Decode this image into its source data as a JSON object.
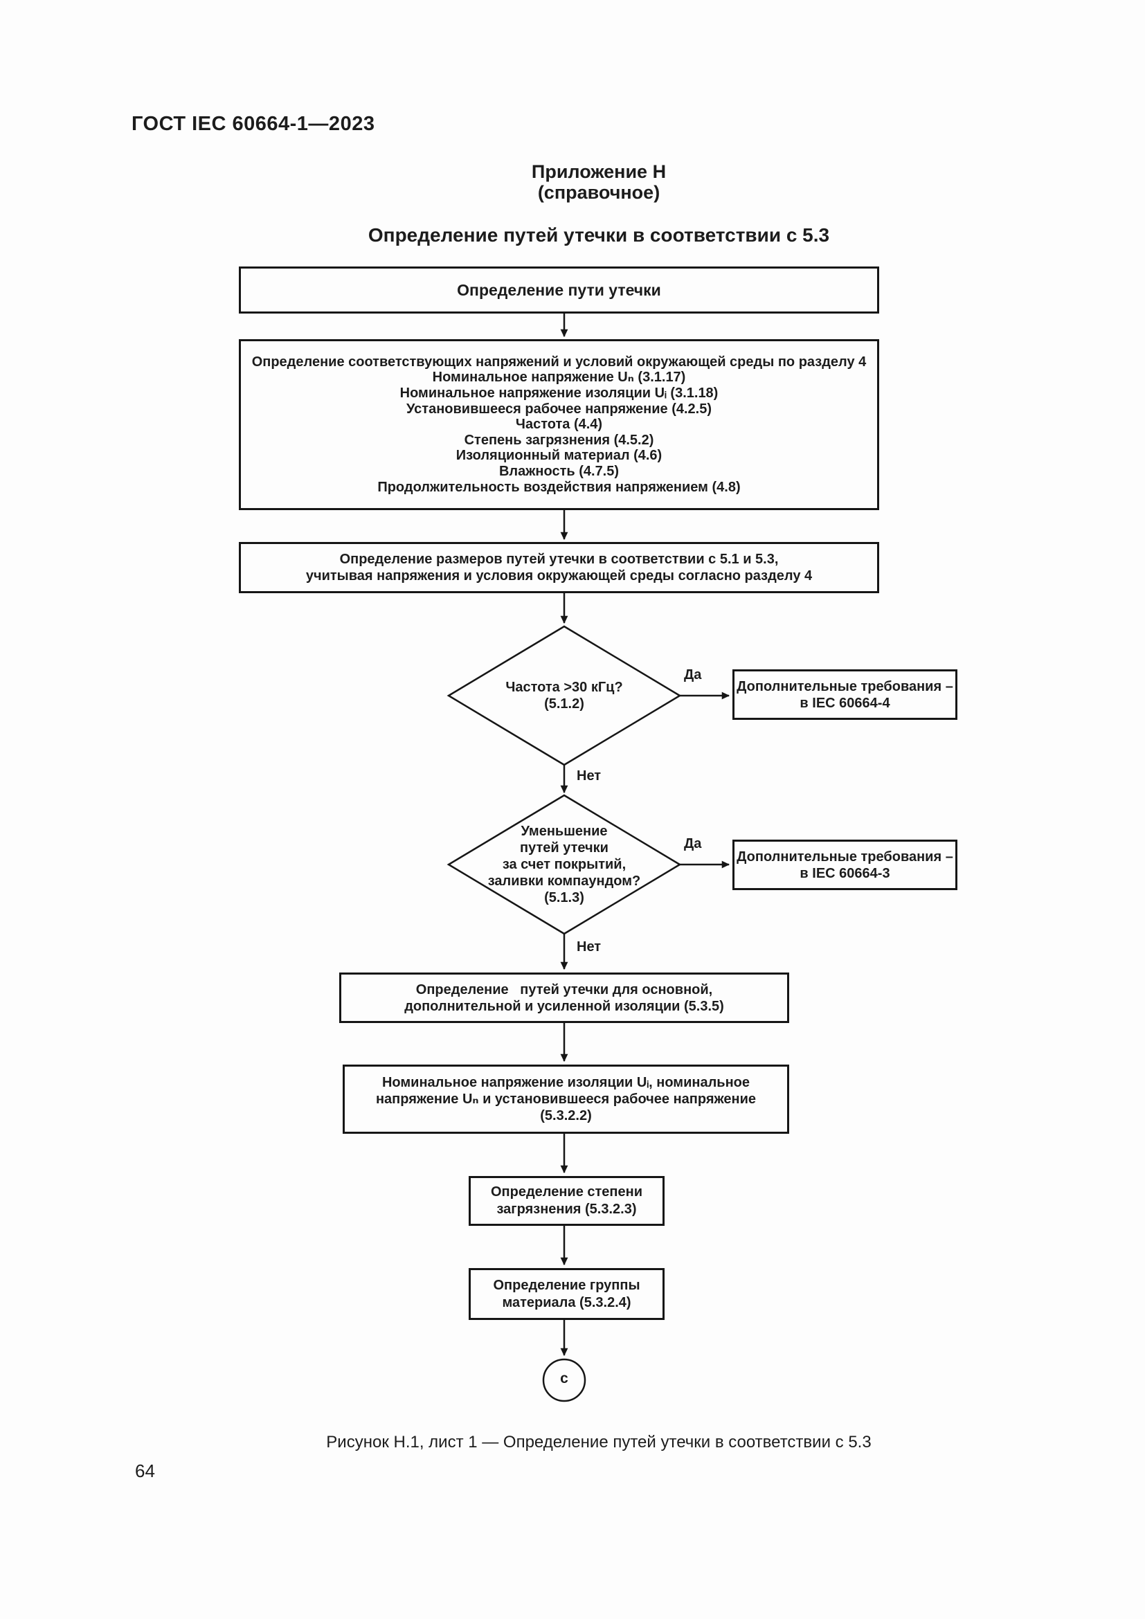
{
  "page": {
    "header": "ГОСТ IEC 60664-1—2023",
    "page_number": "64",
    "caption": "Рисунок Н.1, лист 1 — Определение путей утечки в соответствии с 5.3",
    "ink_color": "#1c1c1c"
  },
  "appendix": {
    "name": "Приложение Н",
    "kind": "(справочное)",
    "title": "Определение путей утечки в соответствии с 5.3"
  },
  "flowchart": {
    "start_box": {
      "label": "Определение пути утечки"
    },
    "env_box": {
      "lines": [
        "Определение соответствующих напряжений и условий окружающей среды по разделу 4",
        "Номинальное напряжение Uₙ (3.1.17)",
        "Номинальное напряжение изоляции Uᵢ (3.1.18)",
        "Установившееся рабочее напряжение (4.2.5)",
        "Частота (4.4)",
        "Степень загрязнения (4.5.2)",
        "Изоляционный материал (4.6)",
        "Влажность (4.7.5)",
        "Продолжительность воздействия напряжением (4.8)"
      ]
    },
    "size_box": {
      "lines": [
        "Определение размеров путей утечки в соответствии с 5.1 и 5.3,",
        "учитывая напряжения и условия окружающей среды согласно разделу 4"
      ]
    },
    "freq_decision": {
      "lines": [
        "Частота >30 кГц?",
        "(5.1.2)"
      ]
    },
    "freq_yes_box": {
      "lines": [
        "Дополнительные требования –",
        "в IEC 60664-4"
      ]
    },
    "coating_decision": {
      "lines": [
        "Уменьшение",
        "путей утечки",
        "за счет покрытий,",
        "заливки компаундом?",
        "(5.1.3)"
      ]
    },
    "coating_yes_box": {
      "lines": [
        "Дополнительные требования –",
        "в IEC 60664-3"
      ]
    },
    "insulation_box": {
      "lines": [
        "Определение   путей утечки для основной,",
        "дополнительной и усиленной изоляции (5.3.5)"
      ]
    },
    "voltage_box": {
      "lines": [
        "Номинальное напряжение изоляции Uᵢ, номинальное",
        "напряжение Uₙ и установившееся рабочее напряжение",
        "(5.3.2.2)"
      ]
    },
    "pollution_box": {
      "lines": [
        "Определение степени",
        "загрязнения (5.3.2.3)"
      ]
    },
    "material_box": {
      "lines": [
        "Определение группы",
        "материала (5.3.2.4)"
      ]
    },
    "labels": {
      "yes": "Да",
      "no": "Нет",
      "terminal": "с"
    }
  }
}
